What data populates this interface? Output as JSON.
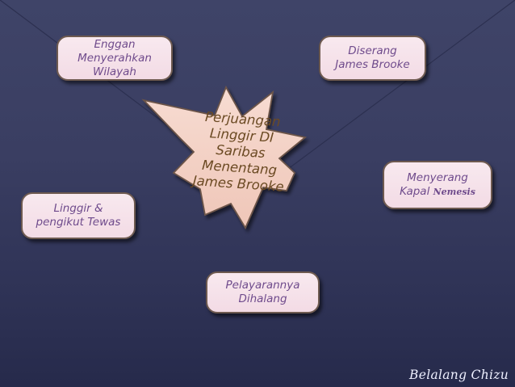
{
  "center": {
    "lines": [
      "Perjuangan",
      "Linggir DI",
      "Saribas",
      "Menentang",
      "James Brooke"
    ]
  },
  "nodes": {
    "enggan": {
      "lines": [
        "Enggan",
        "Menyerahkan",
        "Wilayah"
      ]
    },
    "diserang": {
      "lines": [
        "Diserang",
        "James Brooke"
      ]
    },
    "menyerang": {
      "line1": "Menyerang",
      "line2_prefix": "Kapal ",
      "line2_name": "Nemesis"
    },
    "linggir": {
      "lines": [
        "Linggir &",
        "pengikut Tewas"
      ]
    },
    "pelayaran": {
      "lines": [
        "Pelayarannya",
        "Dihalang"
      ]
    }
  },
  "signature": "Belalang Chizu",
  "colors": {
    "box_fill": "#f5e1ea",
    "box_text": "#6f4b8c",
    "star_fill": "#f4d2c7",
    "center_text": "#6b4a23",
    "background": "#363a5e"
  }
}
